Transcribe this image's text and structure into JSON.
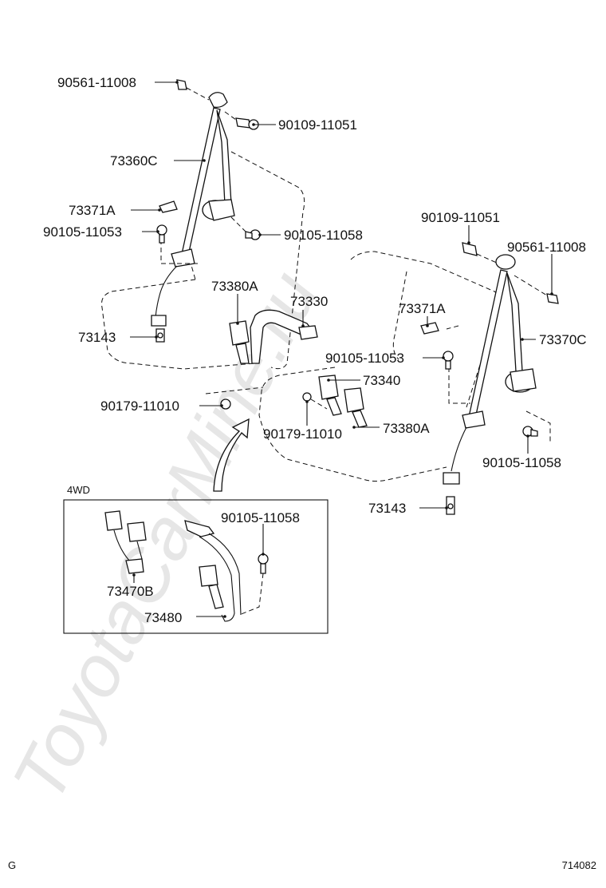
{
  "watermark": "ToyotaCarMine.ru",
  "footer": {
    "left": "G",
    "right": "714082"
  },
  "inset_label": "4WD",
  "parts": {
    "p1": "90561-11008",
    "p2": "90109-11051",
    "p3": "73360C",
    "p4": "73371A",
    "p5": "90105-11053",
    "p6": "90105-11058",
    "p7": "73380A",
    "p8": "73330",
    "p9": "73143",
    "p10": "90179-11010",
    "p11": "90109-11051",
    "p12": "90561-11008",
    "p13": "73371A",
    "p14": "73370C",
    "p15": "90105-11053",
    "p16": "73340",
    "p17": "90179-11010",
    "p18": "73380A",
    "p19": "90105-11058",
    "p20": "73143",
    "p21": "90105-11058",
    "p22": "73470B",
    "p23": "73480"
  }
}
